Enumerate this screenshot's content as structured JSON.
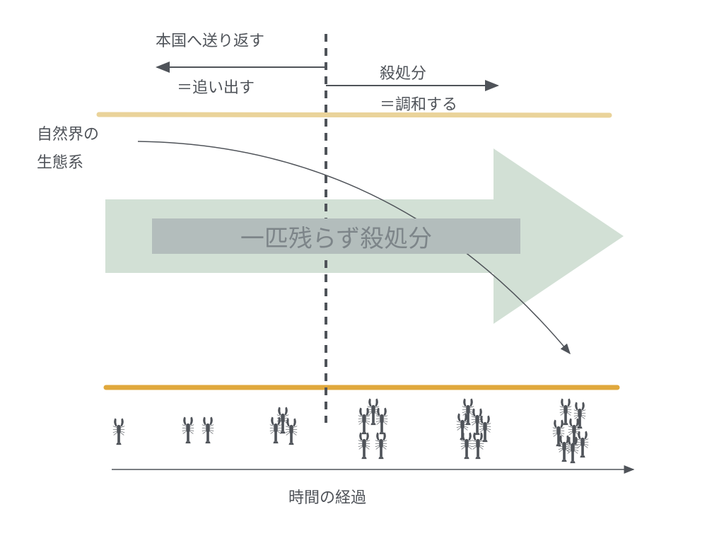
{
  "labels": {
    "send_back": "本国へ送り返す",
    "expel": "＝追い出す",
    "cull": "殺処分",
    "harmonize": "＝調和する",
    "ecosystem_line1": "自然界の",
    "ecosystem_line2": "生態系",
    "banner": "一匹残らず殺処分",
    "time_axis": "時間の経過"
  },
  "crayfish_groups": [
    1,
    2,
    3,
    5,
    6,
    7
  ],
  "colors": {
    "top_line": "#ead39a",
    "bottom_line": "#e0a83c",
    "arrow": "#d2e0d5",
    "banner": "#b3bdbc",
    "ink": "#4f5359"
  }
}
